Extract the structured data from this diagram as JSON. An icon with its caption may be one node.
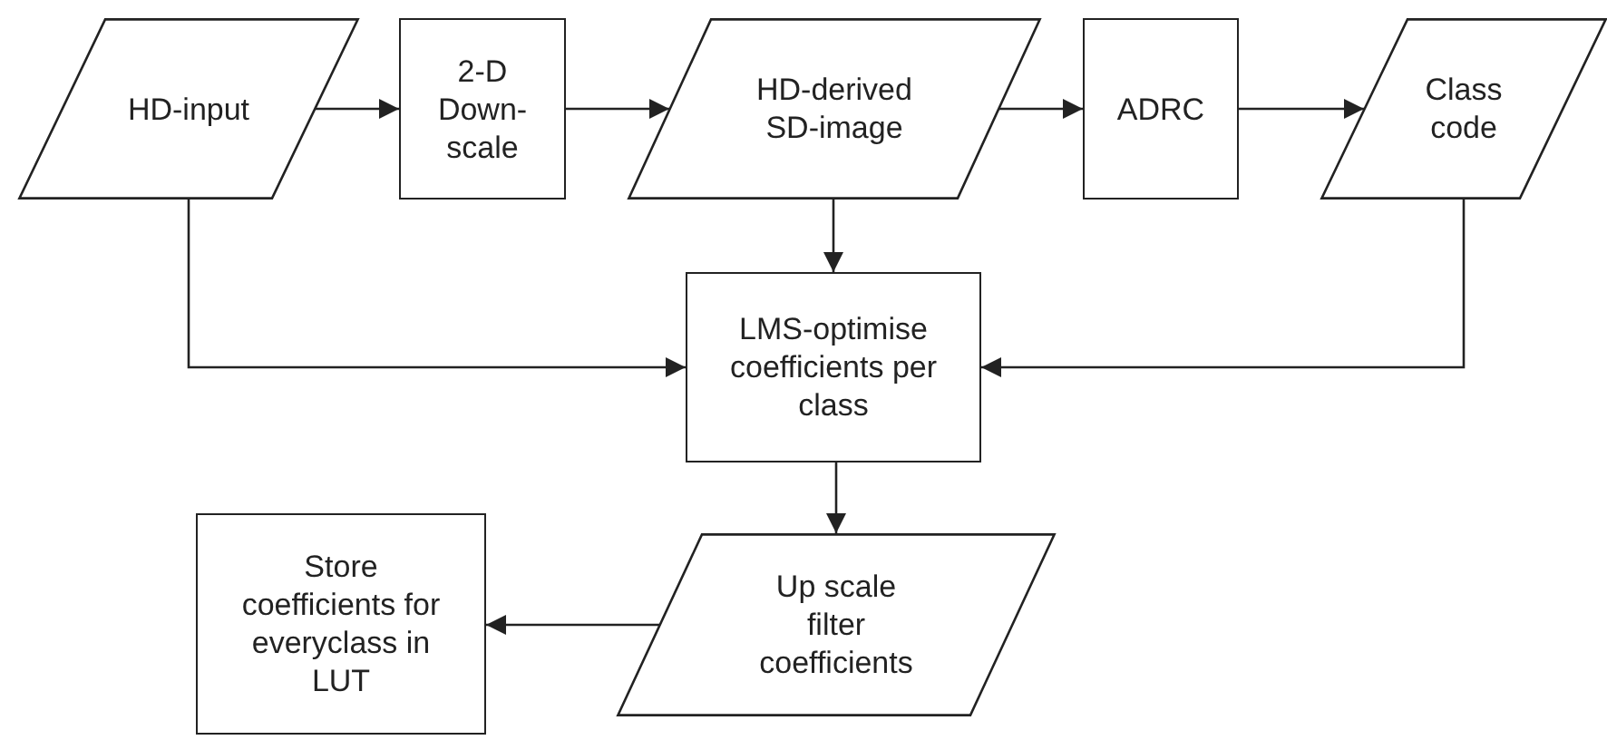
{
  "diagram": {
    "nodes": [
      {
        "text": [
          "HD-input"
        ]
      },
      {
        "text": [
          "2-D Down-scale"
        ]
      },
      {
        "text": [
          "HD-derived SD-image"
        ]
      },
      {
        "text": [
          "ADRC"
        ]
      },
      {
        "text": [
          "Class code"
        ]
      },
      {
        "text": [
          "LMS-optimise coefficients per class"
        ]
      },
      {
        "text": [
          "Up scale filter coefficients"
        ]
      },
      {
        "text": [
          "Store coefficients for everyclass in LUT"
        ]
      }
    ],
    "edges": [
      {
        "from": 0,
        "to": 1,
        "arrow": "to"
      },
      {
        "from": 1,
        "to": 2,
        "arrow": "to"
      },
      {
        "from": 2,
        "to": 3,
        "arrow": "to"
      },
      {
        "from": 3,
        "to": 4,
        "arrow": "to"
      },
      {
        "from": 2,
        "to": 5,
        "arrow": "to"
      },
      {
        "from": 0,
        "to": 5,
        "arrow": "to"
      },
      {
        "from": 4,
        "to": 5,
        "arrow": "to"
      },
      {
        "from": 5,
        "to": 6,
        "arrow": "to"
      },
      {
        "from": 6,
        "to": 7,
        "arrow": "to"
      }
    ]
  }
}
